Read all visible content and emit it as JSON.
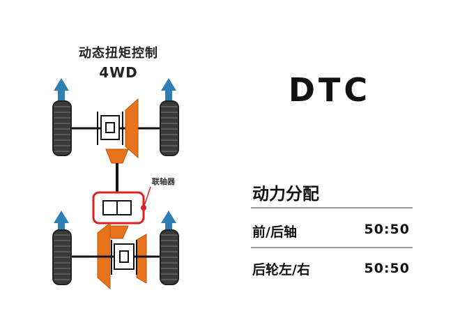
{
  "diagram": {
    "title": "动态扭矩控制",
    "mode": "4WD",
    "coupler_label": "联轴器",
    "colors": {
      "arrow": "#2f7fb5",
      "gear": "#e8731b",
      "coupler_box": "#e02020",
      "tire": "#3a3a3a",
      "axle": "#111111"
    }
  },
  "panel": {
    "title": "DTC",
    "section_title": "动力分配",
    "rows": [
      {
        "label": "前/后轴",
        "value": "50:50"
      },
      {
        "label": "后轮左/右",
        "value": "50:50"
      }
    ]
  }
}
